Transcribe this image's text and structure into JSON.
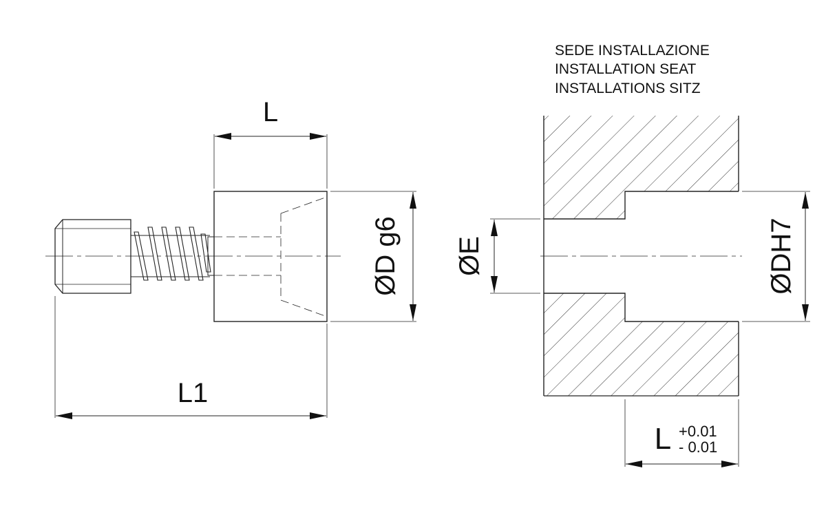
{
  "seat_title": {
    "lines": [
      "SEDE INSTALLAZIONE",
      "INSTALLATION SEAT",
      "INSTALLATIONS SITZ"
    ]
  },
  "pin": {
    "dim_length": "L",
    "dim_total_length": "L1",
    "dim_diameter": "ØD g6"
  },
  "seat": {
    "dim_hole_diameter": "ØE",
    "dim_bore_diameter": "ØDH7",
    "dim_depth": "L",
    "tolerance_upper": "+0.01",
    "tolerance_lower": "- 0.01"
  }
}
